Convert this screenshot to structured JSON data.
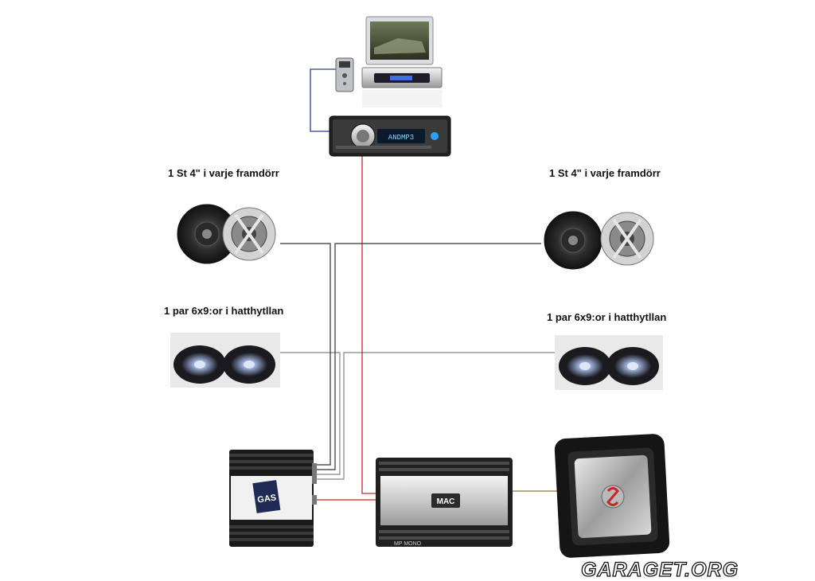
{
  "labels": {
    "front_left": "1 St 4\" i varje framdörr",
    "front_right": "1 St 4\" i varje framdörr",
    "rear_left": "1 par 6x9:or i hatthytllan",
    "rear_right": "1 par 6x9:or i hatthytllan"
  },
  "devices": {
    "amp_left_brand": "GAS",
    "amp_right_brand": "MAC",
    "amp_right_model": "MP MONO",
    "radio_display": "ANDMP3"
  },
  "watermark": "GARAGET.ORG",
  "colors": {
    "power_wire": "#c62828",
    "signal_wire": "#333333",
    "sub_wire": "#8a7a3a",
    "remote_wire": "#2b3f8f"
  }
}
